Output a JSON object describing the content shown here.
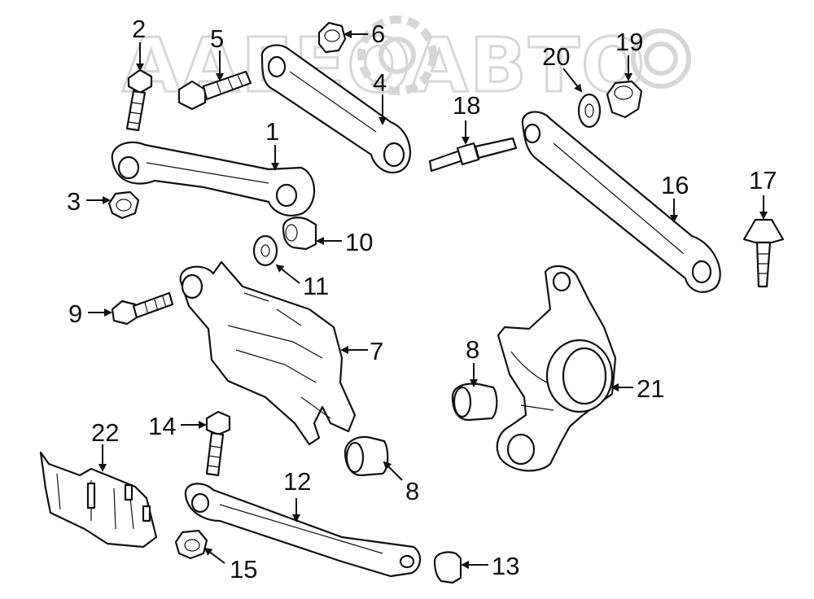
{
  "watermark": {
    "text": "AAEEOABTO"
  },
  "callouts": [
    {
      "id": "1",
      "label": "1"
    },
    {
      "id": "2",
      "label": "2"
    },
    {
      "id": "3",
      "label": "3"
    },
    {
      "id": "4",
      "label": "4"
    },
    {
      "id": "5",
      "label": "5"
    },
    {
      "id": "6",
      "label": "6"
    },
    {
      "id": "7",
      "label": "7"
    },
    {
      "id": "8a",
      "label": "8"
    },
    {
      "id": "8b",
      "label": "8"
    },
    {
      "id": "9",
      "label": "9"
    },
    {
      "id": "10",
      "label": "10"
    },
    {
      "id": "11",
      "label": "11"
    },
    {
      "id": "12",
      "label": "12"
    },
    {
      "id": "13",
      "label": "13"
    },
    {
      "id": "14",
      "label": "14"
    },
    {
      "id": "15",
      "label": "15"
    },
    {
      "id": "16",
      "label": "16"
    },
    {
      "id": "17",
      "label": "17"
    },
    {
      "id": "18",
      "label": "18"
    },
    {
      "id": "19",
      "label": "19"
    },
    {
      "id": "20",
      "label": "20"
    },
    {
      "id": "21",
      "label": "21"
    },
    {
      "id": "22",
      "label": "22"
    }
  ],
  "arrow_marker": "arrowhead-icon"
}
